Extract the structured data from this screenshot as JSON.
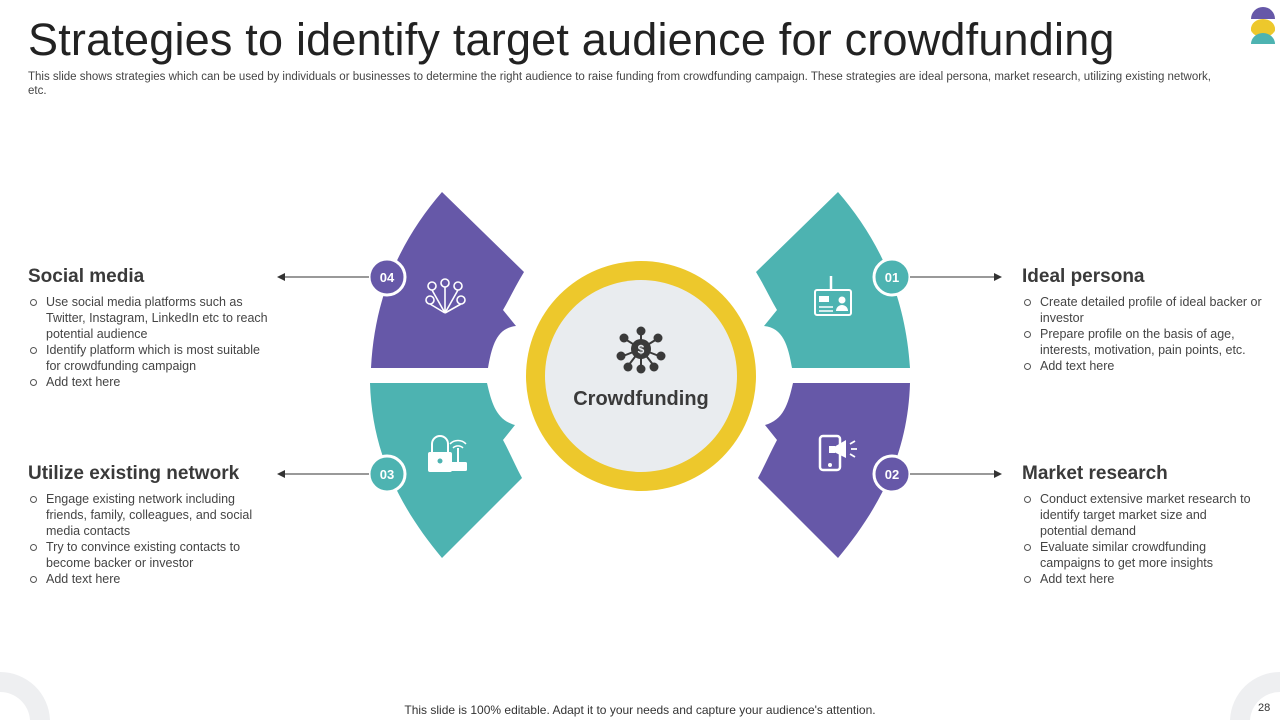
{
  "header": {
    "title": "Strategies to identify target audience for crowdfunding",
    "subtitle": "This slide shows strategies which can be used by individuals or businesses to determine the right audience to raise funding from crowdfunding campaign. These strategies are ideal persona, market research, utilizing existing network, etc."
  },
  "colors": {
    "purple": "#6658A8",
    "teal": "#4DB3B1",
    "yellow": "#EDC82C",
    "center_fill": "#E9ECEF",
    "corner_gray": "#EEEFF1"
  },
  "center": {
    "label": "Crowdfunding",
    "icon": "network-dollar-icon"
  },
  "strategies": [
    {
      "number": "01",
      "title": "Ideal persona",
      "icon": "id-card-icon",
      "bullets": [
        "Create detailed profile of ideal backer or investor",
        "Prepare profile on the basis of age, interests, motivation,  pain points, etc.",
        "Add text here"
      ]
    },
    {
      "number": "02",
      "title": "Market research",
      "icon": "mobile-megaphone-icon",
      "bullets": [
        "Conduct extensive market research to identify target market size and potential demand",
        "Evaluate  similar crowdfunding campaigns to get more insights",
        "Add text here"
      ]
    },
    {
      "number": "03",
      "title": "Utilize existing network",
      "icon": "lock-router-icon",
      "bullets": [
        "Engage existing network including friends, family, colleagues, and social media contacts",
        "Try to convince  existing contacts to become backer or investor",
        "Add text here"
      ]
    },
    {
      "number": "04",
      "title": "Social media",
      "icon": "social-network-icon",
      "bullets": [
        "Use social media platforms such as Twitter,  Instagram,  LinkedIn etc to reach potential audience",
        "Identify platform  which is most suitable for crowdfunding  campaign",
        "Add text here"
      ]
    }
  ],
  "footer": {
    "note": "This slide is 100% editable. Adapt it to your needs and capture your audience's attention.",
    "page_number": "28"
  }
}
